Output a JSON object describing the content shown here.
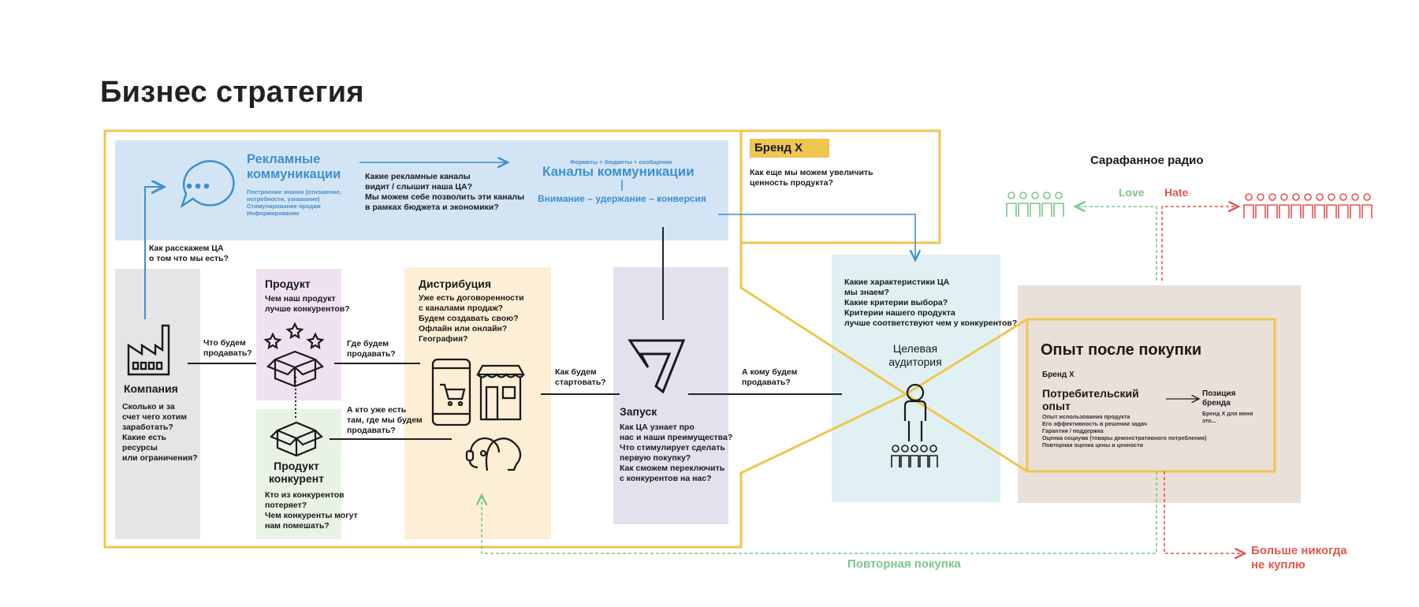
{
  "page_title": "Бизнес стратегия",
  "ads": {
    "title_line1": "Рекламные",
    "title_line2": "коммуникации",
    "note_line1": "Построение знания (отношение,",
    "note_line2": "потребности, узнавание)",
    "note_line3": "Стимулирование продаж",
    "note_line4": "Информирование",
    "questions_line1": "Какие рекламные каналы",
    "questions_line2": "видит / слышит наша ЦА?",
    "questions_line3": "Мы можем себе позволить эти каналы",
    "questions_line4": "в рамках бюджета и экономики?",
    "channels_caption": "Форматы + бюджеты + сообщения",
    "channels_title": "Каналы коммуникации",
    "channels_funnel": "Внимание – удержание – конверсия"
  },
  "brand": {
    "tag": "Бренд Х",
    "question_line1": "Как еще мы можем увеличить",
    "question_line2": "ценность продукта?"
  },
  "word_of_mouth": {
    "title": "Сарафанное радио",
    "love": "Love",
    "hate": "Hate"
  },
  "company": {
    "label": "Компания",
    "q1": "Сколько и за",
    "q2": "счет чего хотим",
    "q3": "заработать?",
    "q4": "Какие есть",
    "q5": "ресурсы",
    "q6": "или ограничения?",
    "tell_line1": "Как расскажем ЦА",
    "tell_line2": "о том что мы есть?",
    "sell_line1": "Что будем",
    "sell_line2": "продавать?"
  },
  "product": {
    "title": "Продукт",
    "q1": "Чем наш продукт",
    "q2": "лучше конкурентов?",
    "where_line1": "Где будем",
    "where_line2": "продавать?"
  },
  "competitor": {
    "title_line1": "Продукт",
    "title_line2": "конкурент",
    "q1": "Кто из конкурентов",
    "q2": "потеряет?",
    "q3": "Чем конкуренты могут",
    "q4": "нам помешать?",
    "who_line1": "А кто уже есть",
    "who_line2": "там, где мы будем",
    "who_line3": "продавать?"
  },
  "distribution": {
    "title": "Дистрибуция",
    "q1": "Уже есть договоренности",
    "q2": "с каналами продаж?",
    "q3": "Будем создавать свою?",
    "q4": "Офлайн или онлайн?",
    "q5": "География?",
    "start_line1": "Как будем",
    "start_line2": "стартовать?"
  },
  "launch": {
    "title": "Запуск",
    "q1": "Как ЦА узнает про",
    "q2": "нас и наши преимущества?",
    "q3": "Что стимулирует сделать",
    "q4": "первую покупку?",
    "q5": "Как сможем переключить",
    "q6": "с конкурентов на нас?",
    "to_whom_line1": "А кому будем",
    "to_whom_line2": "продавать?"
  },
  "audience": {
    "q1": "Какие характеристики ЦА",
    "q2": "мы знаем?",
    "q3": "Какие критерии выбора?",
    "q4": "Критерии нашего продукта",
    "q5": "лучше соответствуют чем у конкурентов?",
    "title_line1": "Целевая",
    "title_line2": "аудитория"
  },
  "experience": {
    "title": "Опыт после покупки",
    "brand": "Бренд Х",
    "consumer_line1": "Потребительский",
    "consumer_line2": "опыт",
    "position_line1": "Позиция",
    "position_line2": "бренда",
    "position_note_line1": "Бренд Х для меня",
    "position_note_line2": "это...",
    "detail1": "Опыт использования продукта",
    "detail2": "Его эффективность в решении задач",
    "detail3": "Гарантия / поддержка",
    "detail4": "Оценка социума (товары демонстративного потребления)",
    "detail5": "Повторная оценка цены и ценности"
  },
  "repeat_purchase": "Повторная покупка",
  "never_line1": "Больше никогда",
  "never_line2": "не куплю",
  "colors": {
    "yellow": "#f0c550",
    "blue_panel": "#d3e5f4",
    "blue_accent": "#3d8fd1",
    "gray_panel": "#e4e5e5",
    "pink_panel": "#efe1ef",
    "green_panel": "#e8f2e5",
    "orange_panel": "#fcefd6",
    "purple_panel": "#e4e0ed",
    "aqua_panel": "#e0f0f3",
    "beige_panel": "#eae0da",
    "love_green": "#7cc68a",
    "hate_red": "#e2574c"
  }
}
